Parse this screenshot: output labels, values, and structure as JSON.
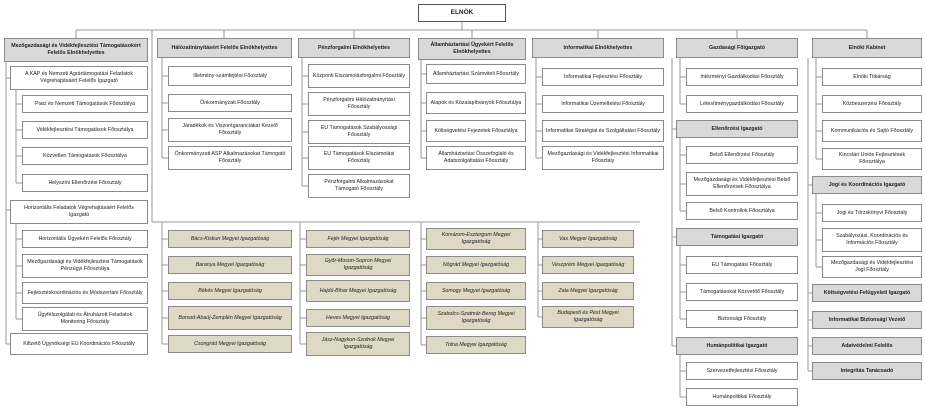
{
  "root": "ELNÖK",
  "columns": {
    "agrar": {
      "title": "Mezőgazdasági és Vidékfejlesztési Támogatásokért Felelős Elnökhelyettes",
      "unit1": {
        "title": "A KAP és Nemzeti Agrártámogatási Feladatok Végrehajtásáért Felelős Igazgató",
        "items": [
          "Piaci és Nemzeti Támogatások Főosztálya",
          "Vidékfejlesztési Támogatások Főosztálya",
          "Közvetlen Támogatások Főosztálya",
          "Helyszíni Ellenőrzési Főosztály"
        ]
      },
      "unit2": {
        "title": "Horizontális Feladatok Végrehajtásáért Felelős Igazgató",
        "items": [
          "Horizontális Ügyekért Felelős Főosztály",
          "Mezőgazdasági és Vidékfejlesztési Támogatások Pénzügyi Főosztálya",
          "Fejlesztéskoordinációs és Módszertani Főosztály",
          "Ügyfélszolgálati és Átruházott Feladatok Monitoring Főosztály"
        ]
      },
      "extra": "Kifizető Ügynökségi EU Koordinációs Főosztály"
    },
    "halozat": {
      "title": "Hálózatirányításért Felelős Elnökhelyettes",
      "items": [
        "Illetmény-számfejtési Főosztály",
        "Önkormányzati Főosztály",
        "Járadékok és Viszontgaranciákat Kezelő Főosztály",
        "Önkormányzati ASP Alkalmazásokat Támogató Főosztály"
      ]
    },
    "penzforgalmi": {
      "title": "Pénzforgalmi Elnökhelyettes",
      "items": [
        "Központi Elszámolásforgalmi Főosztály",
        "Pénzforgalmi Hálózatirányítási Főosztály",
        "EU Támogatások Szabályossági Főosztály",
        "EU Támogatások Elszámolási Főosztály",
        "Pénzforgalmi Alkalmazásokat Támogató Főosztály"
      ]
    },
    "allamhaz": {
      "title": "Államháztartási Ügyekért Felelős Elnökhelyettes",
      "items": [
        "Államháztartási Számviteli Főosztály",
        "Alapok és Közalapítványok Főosztálya",
        "Költségvetési Fejezetek Főosztálya",
        "Államháztartási Összefoglaló és Adatszolgáltatási Főosztály"
      ]
    },
    "informatikai": {
      "title": "Informatikai Elnökhelyettes",
      "items": [
        "Informatikai Fejlesztési Főosztály",
        "Informatikai Üzemeltetési Főosztály",
        "Informatikai Stratégiai és Szolgáltatási Főosztály",
        "Mezőgazdasági és Vidékfejlesztési Informatikai Főosztály"
      ]
    },
    "gazdasagi": {
      "title": "Gazdasági Főigazgató",
      "items": [
        "Intézményi Gazdálkodási Főosztály",
        "Létesítménygazdálkodási Főosztály"
      ],
      "ellenorzesi": {
        "title": "Ellenőrzési Igazgató",
        "items": [
          "Belső Ellenőrzési Főosztály",
          "Mezőgazdasági és Vidékfejlesztési Belső Ellenőrzések Főosztálya",
          "Belső Kontrollok Főosztálya"
        ]
      },
      "tamogatasi": {
        "title": "Támogatási Igazgató",
        "items": [
          "EU Támogatási Főosztály",
          "Támogatásokat Közvetítő Főosztály",
          "Biztonsági Főosztály"
        ]
      },
      "human": {
        "title": "Humánpolitikai Igazgató",
        "items": [
          "Szervezetfejlesztési Főosztály",
          "Humánpolitikai Főosztály"
        ]
      }
    },
    "kabinet": {
      "title": "Elnöki Kabinet",
      "items": [
        "Elnöki Titkárság",
        "Közbeszerzési Főosztály",
        "Kommunikációs és Sajtó Főosztály",
        "Kincstári Uniós Fejlesztések Főosztálya"
      ],
      "jogi": {
        "title": "Jogi és Koordinációs Igazgató",
        "items": [
          "Jogi és Törzskönyvi Főosztály",
          "Szabályozási, Koordinációs és Információs Főosztály",
          "Mezőgazdasági és Vidékfejlesztési Jogi Főosztály"
        ]
      },
      "standalone": [
        "Költségvetési Felügyeleti Igazgató",
        "Informatikai Biztonsági Vezető",
        "Adatvédelmi Felelős",
        "Integritás Tanácsadó"
      ]
    }
  },
  "regional": {
    "col1": [
      "Bács-Kiskun Megyei Igazgatóság",
      "Baranya Megyei Igazgatóság",
      "Békés Megyei Igazgatóság",
      "Borsod-Abaúj-Zemplén Megyei Igazgatóság",
      "Csongrád Megyei Igazgatóság"
    ],
    "col2": [
      "Fejér Megyei Igazgatóság",
      "Győr-Moson-Sopron Megyei Igazgatóság",
      "Hajdú-Bihar Megyei Igazgatóság",
      "Heves Megyei Igazgatóság",
      "Jász-Nagykun-Szolnok Megyei Igazgatóság"
    ],
    "col3": [
      "Komárom-Esztergom Megyei Igazgatóság",
      "Nógrád Megyei Igazgatóság",
      "Somogy Megyei Igazgatóság",
      "Szabolcs-Szatmár-Bereg Megyei Igazgatóság",
      "Tolna Megyei Igazgatóság"
    ],
    "col4": [
      "Vas Megyei Igazgatóság",
      "Veszprém Megyei Igazgatóság",
      "Zala Megyei Igazgatóság",
      "Budapesti és Pest Megyei Igazgatóság"
    ]
  },
  "colors": {
    "line": "#9a9a9a",
    "header_fill": "#d9d9d9",
    "regional_fill": "#ddd9c4",
    "border": "#8a8a8a"
  }
}
